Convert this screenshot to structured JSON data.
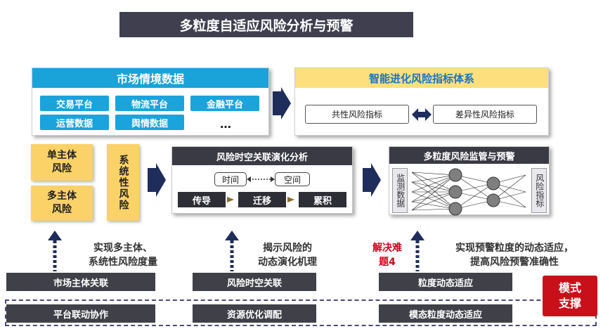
{
  "title": "多粒度自适应风险分析与预警",
  "market": {
    "header": "市场情境数据",
    "items": [
      "交易平台",
      "物流平台",
      "金融平台",
      "运营数据",
      "舆情数据",
      "…"
    ]
  },
  "indicator": {
    "header": "智能进化风险指标体系",
    "common": "共性风险指标",
    "diff": "差异性风险指标"
  },
  "risk": {
    "single": "单主体\n风险",
    "multi": "多主体\n风险",
    "system": "系统性风险"
  },
  "analysis": {
    "header": "风险时空关联演化分析",
    "time": "时间",
    "space": "空间",
    "steps": [
      "传导",
      "迁移",
      "累积"
    ]
  },
  "monitor": {
    "header": "多粒度风险监管与预警",
    "left_label": "监测数据",
    "right_label": "风险指标"
  },
  "bottom": {
    "desc1": "实现多主体、\n系统性风险度量",
    "desc2": "揭示风险的\n动态演化机理",
    "hard": "解决难\n题4",
    "desc3": "实现预警粒度的动态适应，\n提高风险预警准确性",
    "bars": [
      "市场主体关联",
      "风险时空关联",
      "粒度动态适应"
    ],
    "support_bars": [
      "平台联动协作",
      "资源优化调配",
      "模态粒度动态适应"
    ],
    "mode": "模式\n支撑"
  },
  "colors": {
    "blue": "#19a3d9",
    "yellow": "#fbd268",
    "dark": "#3f4048",
    "navy_arrow": "#1f2d5c",
    "red": "#c8101a"
  }
}
